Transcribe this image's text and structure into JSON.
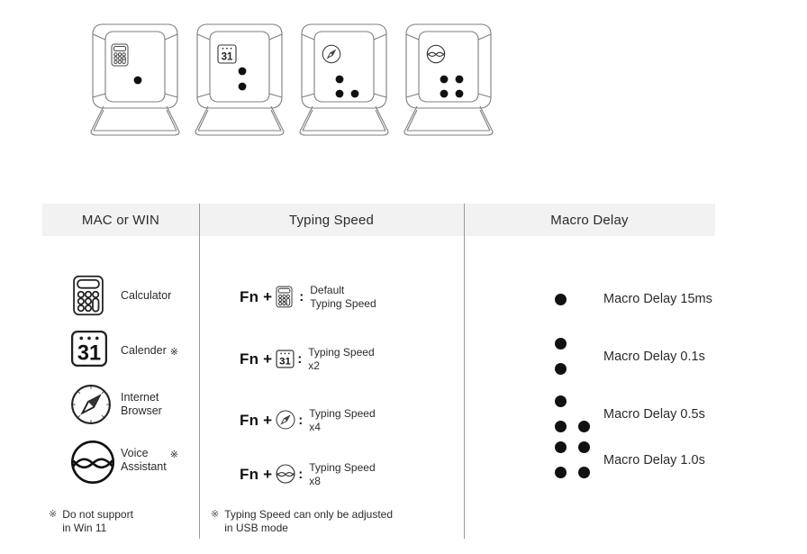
{
  "keycaps": [
    {
      "name": "calculator-keycap",
      "icon": "calculator-icon",
      "dots": 1,
      "dot_layout": "one"
    },
    {
      "name": "calendar-keycap",
      "icon": "calendar-31-icon",
      "dots": 2,
      "dot_layout": "two-vertical"
    },
    {
      "name": "browser-keycap",
      "icon": "compass-icon",
      "dots": 3,
      "dot_layout": "three-L"
    },
    {
      "name": "voice-keycap",
      "icon": "voice-wave-icon",
      "dots": 4,
      "dot_layout": "four-square"
    }
  ],
  "table": {
    "headers": [
      {
        "id": "mac-or-win",
        "label": "MAC or WIN"
      },
      {
        "id": "typing-speed",
        "label": "Typing Speed"
      },
      {
        "id": "macro-delay",
        "label": "Macro Delay"
      }
    ],
    "mac_or_win": {
      "rows": [
        {
          "icon": "calculator-icon",
          "label": "Calculator",
          "note": ""
        },
        {
          "icon": "calendar-31-icon",
          "label": "Calender",
          "note": "※"
        },
        {
          "icon": "compass-icon",
          "label": "Internet\nBrowser",
          "label_line1": "Internet",
          "label_line2": "Browser",
          "note": ""
        },
        {
          "icon": "voice-wave-icon",
          "label": "Voice\nAssistant",
          "label_line1": "Voice",
          "label_line2": "Assistant",
          "note": "※"
        }
      ],
      "footnote": {
        "mark": "※",
        "line1": "Do not support",
        "line2": "in Win 11"
      }
    },
    "typing_speed": {
      "rows": [
        {
          "fn": "Fn +",
          "icon": "calculator-icon",
          "colon": ":",
          "line1": "Default",
          "line2": "Typing Speed"
        },
        {
          "fn": "Fn +",
          "icon": "calendar-31-icon",
          "colon": ":",
          "line1": "Typing Speed",
          "line2": "x2"
        },
        {
          "fn": "Fn +",
          "icon": "compass-icon",
          "colon": ":",
          "line1": "Typing Speed",
          "line2": "x4"
        },
        {
          "fn": "Fn +",
          "icon": "voice-wave-icon",
          "colon": ":",
          "line1": "Typing Speed",
          "line2": "x8"
        }
      ],
      "footnote": {
        "mark": "※",
        "line1": "Typing Speed can only be adjusted",
        "line2": "in USB mode"
      }
    },
    "macro_delay": {
      "rows": [
        {
          "dots": 1,
          "label": "Macro Delay 15ms"
        },
        {
          "dots": 2,
          "label": "Macro Delay 0.1s"
        },
        {
          "dots": 3,
          "label": "Macro Delay 0.5s"
        },
        {
          "dots": 4,
          "label": "Macro Delay 1.0s"
        }
      ]
    }
  },
  "colors": {
    "header_band": "#f2f2f2",
    "divider": "#9a9a9a",
    "text": "#2b2b2b",
    "dot": "#111111",
    "keycap_outline": "#7f7f7f"
  }
}
